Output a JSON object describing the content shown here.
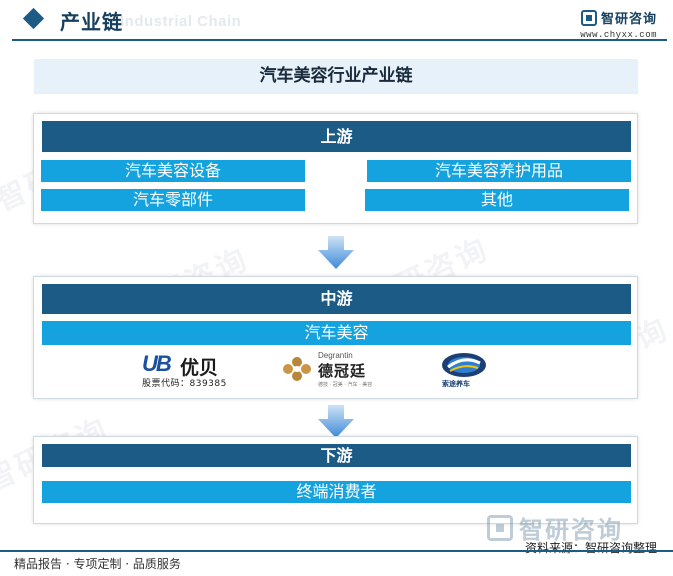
{
  "header": {
    "title": "产业链",
    "bg_text": "Industrial Chain",
    "brand_name": "智研咨询",
    "brand_url": "www.chyxx.com"
  },
  "watermark": "智研咨询",
  "diagram": {
    "title": "汽车美容行业产业链",
    "upstream": {
      "label": "上游",
      "items": [
        "汽车美容设备",
        "汽车美容养护用品",
        "汽车零部件",
        "其他"
      ]
    },
    "midstream": {
      "label": "中游",
      "item": "汽车美容",
      "companies": {
        "ub_mark": "UB",
        "ub_name": "优贝",
        "ub_code": "股票代码：839385",
        "dg_en": "Degrantin",
        "dg_cn": "德冠廷",
        "dg_tag": "德技 · 冠美 · 汽车 · 美容",
        "third_label": "索途养车"
      }
    },
    "downstream": {
      "label": "下游",
      "item": "终端消费者"
    }
  },
  "footer": {
    "brand_name": "智研咨询",
    "source": "资料来源：智研咨询整理",
    "tagline": "精品报告 · 专项定制 · 品质服务"
  },
  "colors": {
    "dark_bar": "#1b5b86",
    "cell": "#14a3de",
    "title_bg": "#e6f1fa",
    "arrow": "#3d8ad9"
  }
}
